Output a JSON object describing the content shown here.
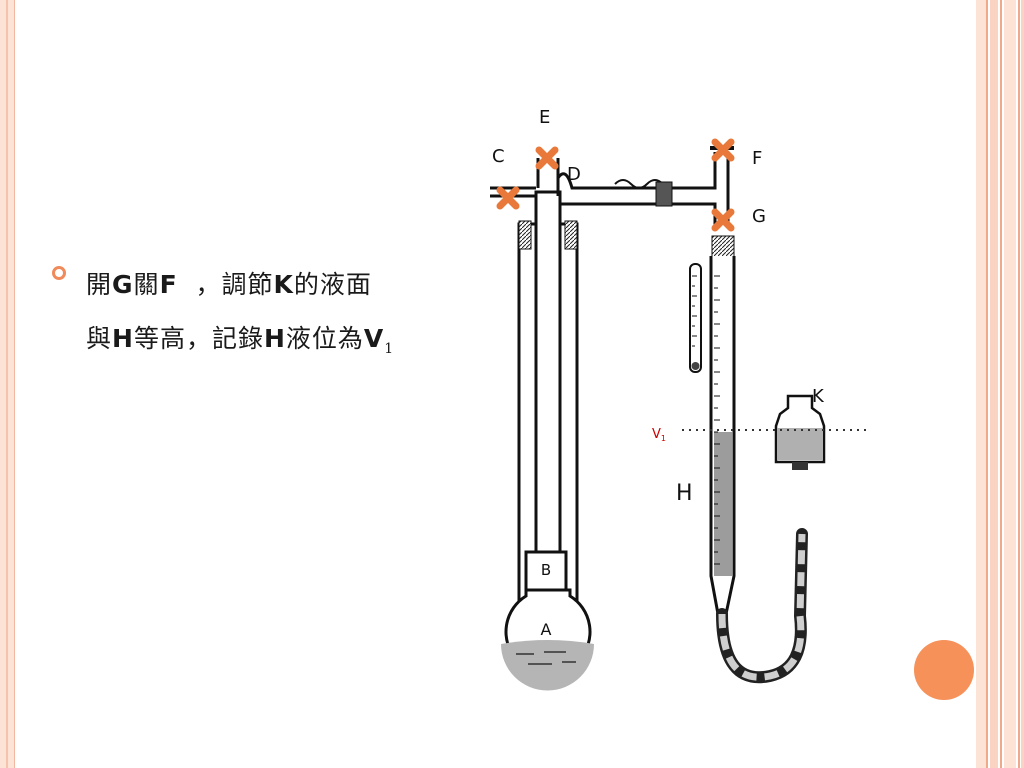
{
  "slide": {
    "bullet_line1": {
      "t1": "開",
      "b1": "G",
      "t2": "關",
      "b2": "F",
      "t3": "  ，調節",
      "b3": "K",
      "t4": "的液面"
    },
    "bullet_line2": {
      "t1": "與",
      "b1": "H",
      "t2": "等高，記錄",
      "b2": "H",
      "t3": "液位為",
      "b3": "V",
      "sub": "1"
    }
  },
  "diagram": {
    "labels": {
      "E": "E",
      "C": "C",
      "D": "D",
      "F": "F",
      "G": "G",
      "K": "K",
      "H": "H",
      "B": "B",
      "A": "A",
      "V": "V",
      "V_sub": "1"
    },
    "colors": {
      "valve_mark": "#e8793a",
      "liquid": "#b5b5b5",
      "v1_label": "#cc0000",
      "accent": "#f6915a"
    }
  }
}
